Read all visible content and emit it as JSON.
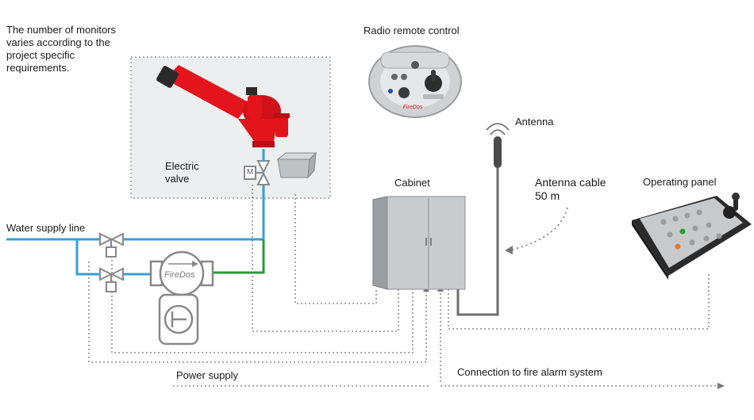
{
  "labels": {
    "monitors_note": "The number of monitors\nvaries according to the\nproject specific\nrequirements.",
    "radio_remote": "Radio remote control",
    "antenna": "Antenna",
    "electric_valve": "Electric\nvalve",
    "cabinet": "Cabinet",
    "antenna_cable": "Antenna cable\n50 m",
    "operating_panel": "Operating panel",
    "water_supply": "Water supply line",
    "power_supply": "Power supply",
    "fire_alarm": "Connection to fire alarm system",
    "firedos_logo": "FireDos",
    "remote_logo": "FireDos",
    "valve_m": "M"
  },
  "colors": {
    "water_line": "#3a9fd6",
    "green_line": "#2b9a3a",
    "signal_line": "#777777",
    "monitor_red": "#e3141b",
    "box_fill": "#eceef0"
  },
  "icons": [
    "monitor-icon",
    "remote-control-icon",
    "antenna-icon",
    "cabinet-icon",
    "operating-panel-icon",
    "valve-icon",
    "pump-icon",
    "flowmeter-icon",
    "electric-valve-icon",
    "junction-box-icon"
  ]
}
